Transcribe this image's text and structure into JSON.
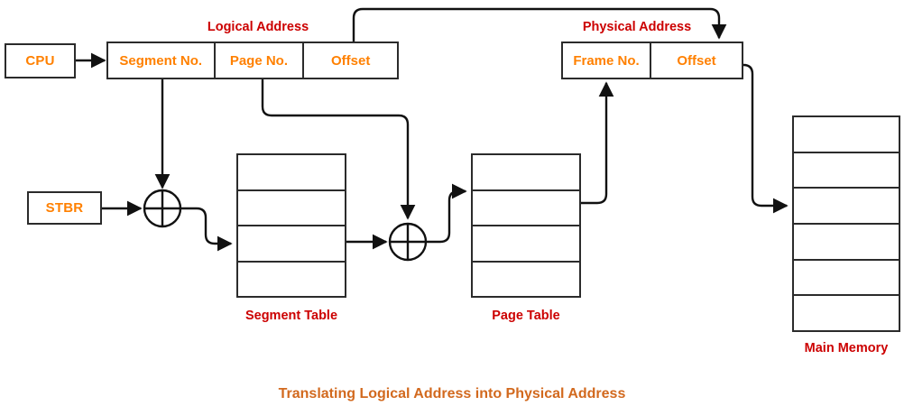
{
  "diagram": {
    "caption": "Translating Logical Address into Physical Address",
    "colors": {
      "field_text": "#ff8000",
      "label_text": "#cc0000",
      "caption_text": "#d2691e",
      "stroke": "#2b2b2b",
      "background": "#ffffff"
    },
    "blocks": {
      "cpu": {
        "label": "CPU"
      },
      "stbr": {
        "label": "STBR"
      }
    },
    "logical_address": {
      "title": "Logical Address",
      "fields": [
        {
          "label": "Segment No."
        },
        {
          "label": "Page No."
        },
        {
          "label": "Offset"
        }
      ]
    },
    "physical_address": {
      "title": "Physical Address",
      "fields": [
        {
          "label": "Frame No."
        },
        {
          "label": "Offset"
        }
      ]
    },
    "tables": [
      {
        "name": "segment-table",
        "caption": "Segment Table",
        "rows": 4
      },
      {
        "name": "page-table",
        "caption": "Page Table",
        "rows": 4
      },
      {
        "name": "main-memory",
        "caption": "Main Memory",
        "rows": 6
      }
    ],
    "adders": [
      {
        "name": "segment-table-adder",
        "symbol": "+"
      },
      {
        "name": "page-table-adder",
        "symbol": "+"
      }
    ]
  }
}
